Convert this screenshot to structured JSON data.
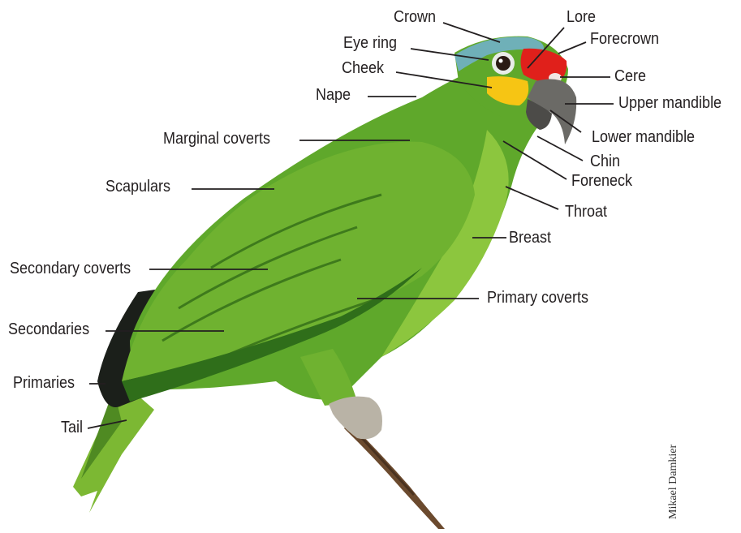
{
  "colors": {
    "line": "#231f20",
    "body_green": "#5fa82b",
    "light_green": "#8cc63e",
    "dark_green": "#2f6e1a",
    "crown_blue": "#6fb0b8",
    "forecrown_red": "#e0201b",
    "cheek_yellow": "#f6c514",
    "beak_grey": "#6b6a66",
    "flight_black": "#1b1f1a",
    "branch_brown": "#6b4a2e"
  },
  "labels": {
    "crown": "Crown",
    "lore": "Lore",
    "eye_ring": "Eye ring",
    "forecrown": "Forecrown",
    "cheek": "Cheek",
    "cere": "Cere",
    "nape": "Nape",
    "upper_mandible": "Upper mandible",
    "marginal_coverts": "Marginal coverts",
    "lower_mandible": "Lower mandible",
    "chin": "Chin",
    "scapulars": "Scapulars",
    "foreneck": "Foreneck",
    "throat": "Throat",
    "breast": "Breast",
    "secondary_coverts": "Secondary coverts",
    "primary_coverts": "Primary coverts",
    "secondaries": "Secondaries",
    "primaries": "Primaries",
    "tail": "Tail"
  },
  "credit": "Mikael Damkier"
}
